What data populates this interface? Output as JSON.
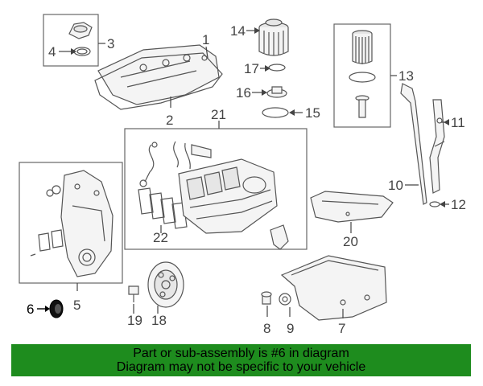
{
  "callouts": {
    "c1": "1",
    "c2": "2",
    "c3": "3",
    "c4": "4",
    "c5": "5",
    "c6": "6",
    "c7": "7",
    "c8": "8",
    "c9": "9",
    "c10": "10",
    "c11": "11",
    "c12": "12",
    "c13": "13",
    "c14": "14",
    "c15": "15",
    "c16": "16",
    "c17": "17",
    "c18": "18",
    "c19": "19",
    "c20": "20",
    "c21": "21",
    "c22": "22"
  },
  "highlighted_part": "6",
  "banner": {
    "line1": "Part or sub-assembly is #6 in diagram",
    "line2": "Diagram may not be specific to your vehicle",
    "color": "#1e8c1e"
  }
}
